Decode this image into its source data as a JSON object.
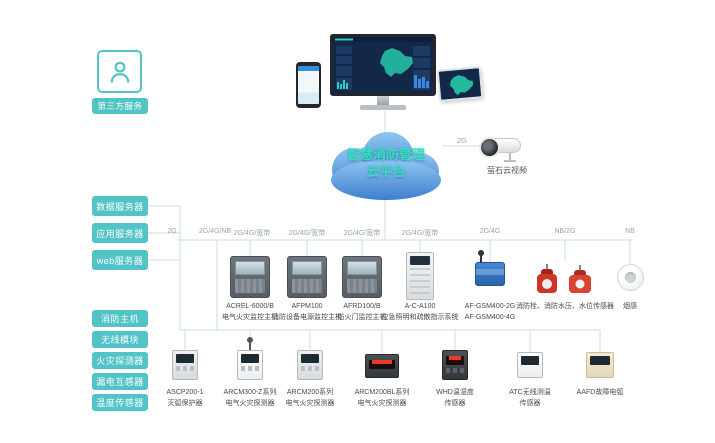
{
  "colors": {
    "accent_teal": "#52c3c6",
    "cloud_blue_top": "#8fc6f0",
    "cloud_blue_bottom": "#3e7ecf",
    "cloud_text": "#35dfc0",
    "wire": "#c8e0e2"
  },
  "sidebar": {
    "third_party": {
      "label": "第三方服务"
    },
    "servers": [
      {
        "label": "数据服务器"
      },
      {
        "label": "应用服务器"
      },
      {
        "label": "web服务器"
      }
    ],
    "device_categories": [
      {
        "label": "消防主机"
      },
      {
        "label": "无线模块"
      },
      {
        "label": "火灾探测器"
      },
      {
        "label": "漏电互感器"
      },
      {
        "label": "温度传感器"
      }
    ]
  },
  "cloud": {
    "title_line1": "智慧消防管理",
    "title_line2": "云平台"
  },
  "camera": {
    "network": "2G",
    "caption": "萤石云视频"
  },
  "network_labels": [
    "2G",
    "2G/4G/NB",
    "2G/4G/宽带",
    "2G/4G/宽带",
    "2G/4G/宽带",
    "2G/4G/宽带",
    "2G/4G",
    "NB/2G",
    "NB"
  ],
  "middle_devices": [
    {
      "model": "ACREL-6000/B",
      "desc": "电气火灾监控主机"
    },
    {
      "model": "AFPM100",
      "desc": "消防设备电源监控主机"
    },
    {
      "model": "AFRD100/B",
      "desc": "防火门监控主机"
    },
    {
      "model": "A-C-A100",
      "desc": "应急照明和疏散指示系统"
    },
    {
      "model": "AF-GSM400-2G",
      "desc": "AF-GSM400-4G"
    },
    {
      "model": "消防栓、消防水压、水位传感器",
      "desc": ""
    },
    {
      "model": "烟感",
      "desc": ""
    }
  ],
  "bottom_devices": [
    {
      "model": "ASCP200-1",
      "desc": "灭弧保护器"
    },
    {
      "model": "ARCM300-Z系列",
      "desc": "电气火灾探测器"
    },
    {
      "model": "ARCM200系列",
      "desc": "电气火灾探测器"
    },
    {
      "model": "ARCM200BL系列",
      "desc": "电气火灾探测器"
    },
    {
      "model": "WHD温湿度",
      "desc": "传感器"
    },
    {
      "model": "ATC无线测温",
      "desc": "传感器"
    },
    {
      "model": "AAFD故障电弧",
      "desc": ""
    }
  ]
}
